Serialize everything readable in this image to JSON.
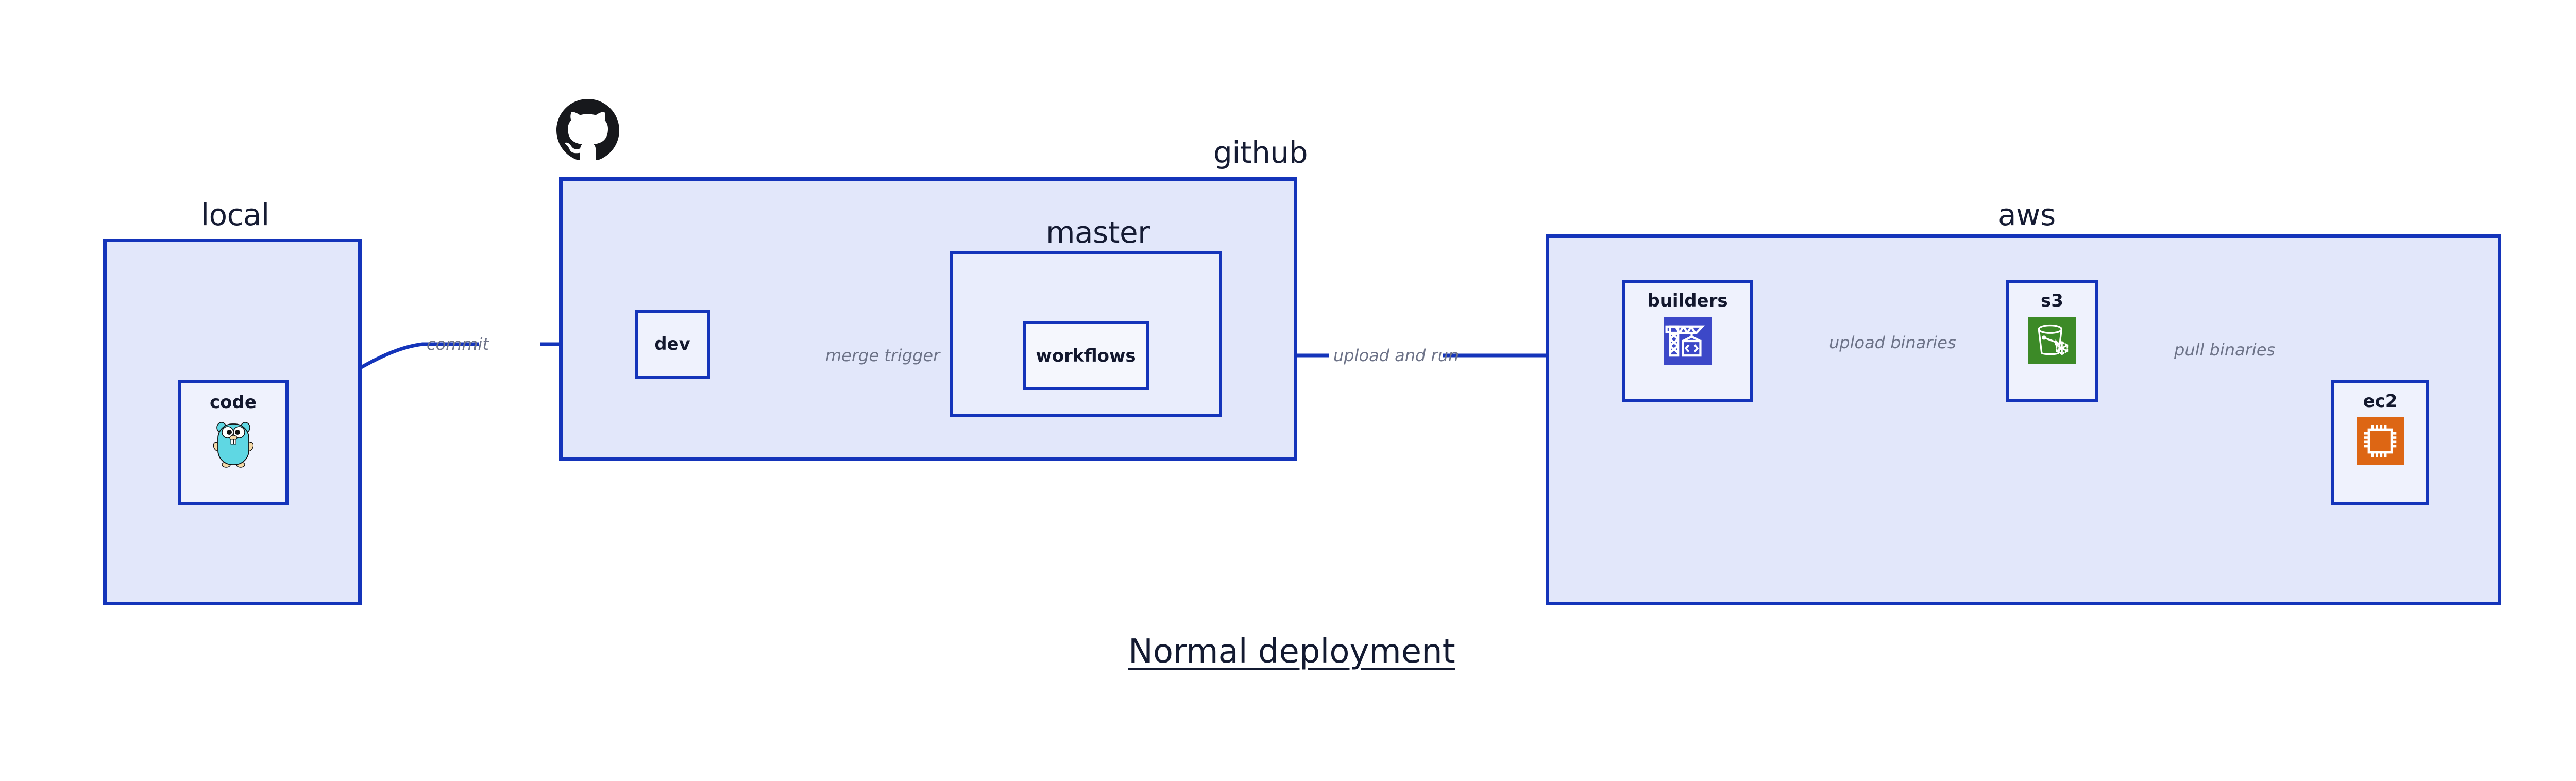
{
  "diagram": {
    "title": "Normal deployment",
    "colors": {
      "group_border": "#1434ba",
      "group_fill": "#e2e7fa",
      "node_fill": "#eff2fd",
      "edge_stroke": "#1434ba",
      "edge_label_color": "#6d7388",
      "codebuild_blue": "#3c48c8",
      "s3_green": "#3c8a27",
      "ec2_orange": "#dd6614",
      "gopher_cyan": "#5fd7e3",
      "github_black": "#17181c"
    }
  },
  "groups": [
    {
      "id": "local",
      "label": "local"
    },
    {
      "id": "github",
      "label": "github"
    },
    {
      "id": "aws",
      "label": "aws"
    }
  ],
  "subgroups": [
    {
      "id": "master",
      "label": "master",
      "parent": "github"
    }
  ],
  "nodes": [
    {
      "id": "code",
      "label": "code",
      "parent": "local",
      "icon": "go-gopher-icon"
    },
    {
      "id": "dev",
      "label": "dev",
      "parent": "github",
      "icon": "none"
    },
    {
      "id": "workflows",
      "label": "workflows",
      "parent": "master",
      "icon": "none"
    },
    {
      "id": "builders",
      "label": "builders",
      "parent": "aws",
      "icon": "aws-codebuild-icon"
    },
    {
      "id": "s3",
      "label": "s3",
      "parent": "aws",
      "icon": "aws-s3-glacier-icon"
    },
    {
      "id": "ec2",
      "label": "ec2",
      "parent": "aws",
      "icon": "aws-ec2-icon"
    }
  ],
  "edges": [
    {
      "id": "code-to-dev",
      "from": "code",
      "to": "dev",
      "label": "commit"
    },
    {
      "id": "dev-to-workflows",
      "from": "dev",
      "to": "workflows",
      "label": "merge trigger"
    },
    {
      "id": "workflows-to-builders",
      "from": "workflows",
      "to": "builders",
      "label": "upload and run"
    },
    {
      "id": "builders-to-s3",
      "from": "builders",
      "to": "s3",
      "label": "upload binaries"
    },
    {
      "id": "s3-to-ec2",
      "from": "s3",
      "to": "ec2",
      "label": "pull binaries"
    }
  ],
  "icons": {
    "github_logo": "github-logo-icon"
  }
}
